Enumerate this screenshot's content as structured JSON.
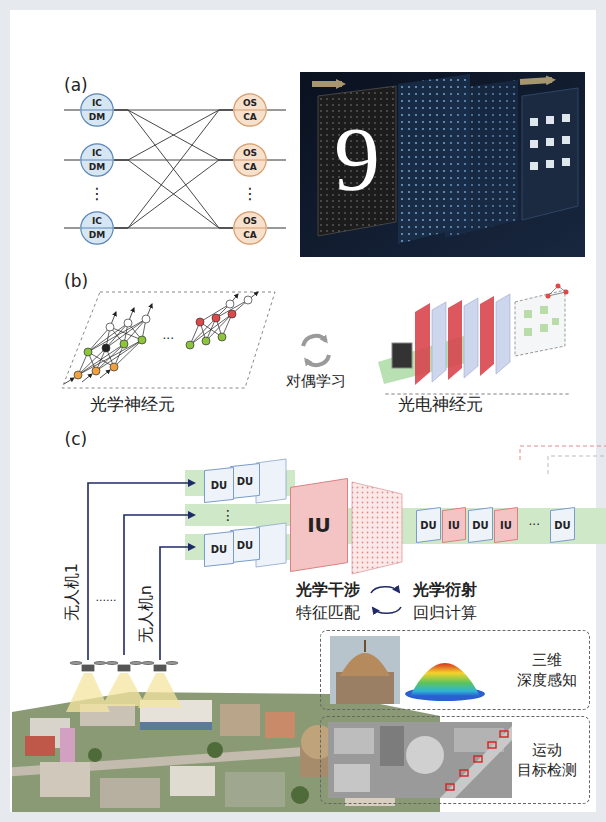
{
  "diagram": {
    "nodes": [
      {
        "text": [
          "IC",
          "DM"
        ]
      },
      {
        "text": [
          "IC",
          "DM"
        ]
      },
      {
        "text": [
          "IC",
          "DM"
        ]
      },
      {
        "text": [
          "OS",
          "CA"
        ]
      },
      {
        "text": [
          "OS",
          "CA"
        ]
      },
      {
        "text": [
          "OS",
          "CA"
        ]
      },
      {
        "text": [
          "DU"
        ]
      },
      {
        "text": [
          "DU"
        ]
      },
      {
        "text": [
          "DU"
        ]
      },
      {
        "text": [
          "DU"
        ]
      },
      {
        "text": [
          "IU"
        ]
      },
      {
        "text": [
          "DU"
        ]
      },
      {
        "text": [
          "IU"
        ]
      },
      {
        "text": [
          "DU"
        ]
      },
      {
        "text": [
          "IU"
        ]
      },
      {
        "text": [
          "DU"
        ]
      },
      {
        "text": [
          "三维 深度感知"
        ]
      },
      {
        "text": [
          "运动 目标检测"
        ]
      }
    ],
    "edges": [
      {
        "from": 0,
        "to": 3,
        "arrow": "none"
      },
      {
        "from": 0,
        "to": 4,
        "arrow": "none"
      },
      {
        "from": 0,
        "to": 5,
        "arrow": "none"
      },
      {
        "from": 1,
        "to": 3,
        "arrow": "none"
      },
      {
        "from": 1,
        "to": 4,
        "arrow": "none"
      },
      {
        "from": 1,
        "to": 5,
        "arrow": "none"
      },
      {
        "from": 2,
        "to": 3,
        "arrow": "none"
      },
      {
        "from": 2,
        "to": 4,
        "arrow": "none"
      },
      {
        "from": 2,
        "to": 5,
        "arrow": "none"
      }
    ],
    "labels": [
      "(a)",
      "⋮",
      "⋮",
      "9",
      "(b)",
      "...",
      "光学神经元",
      "对偶学习",
      "光电神经元",
      "(c)",
      "⋮",
      "无人机1",
      "......",
      "无人机n",
      "...",
      "光学干涉",
      "特征匹配",
      "光学衍射",
      "回归计算"
    ]
  }
}
